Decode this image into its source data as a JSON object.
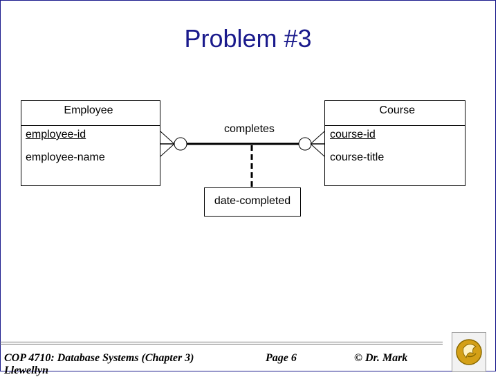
{
  "slide": {
    "title": "Problem #3"
  },
  "diagram": {
    "entities": [
      {
        "name": "Employee",
        "attributes": [
          {
            "text": "employee-id",
            "key": true
          },
          {
            "text": "employee-name",
            "key": false
          }
        ]
      },
      {
        "name": "Course",
        "attributes": [
          {
            "text": "course-id",
            "key": true
          },
          {
            "text": "course-title",
            "key": false
          }
        ]
      }
    ],
    "relationship": "completes",
    "associative_attribute": "date-completed"
  },
  "footer": {
    "course": "COP 4710: Database Systems (Chapter 3)",
    "course_overflow": "Llewellyn",
    "page": "Page 6",
    "author": "© Dr. Mark"
  },
  "colors": {
    "title": "#1a1a8c",
    "frame": "#1a1a8c",
    "logo_gold": "#d4a017"
  }
}
